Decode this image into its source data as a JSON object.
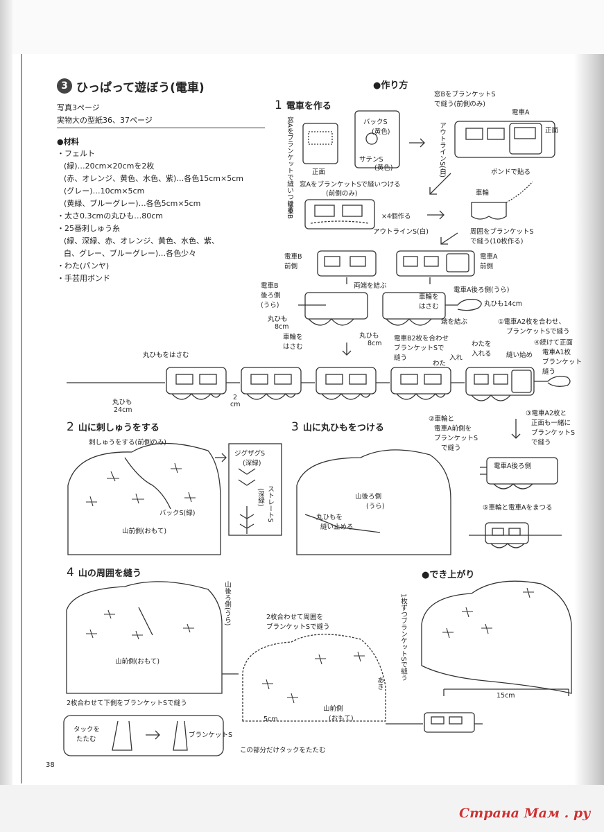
{
  "header": {
    "number": "3",
    "title": "ひっぱって遊ぼう(電車)",
    "photo_ref": "写真3ページ",
    "pattern_ref": "実物大の型紙36、37ページ"
  },
  "materials": {
    "heading": "●材料",
    "lines": [
      "・フェルト",
      "(緑)…20cm×20cmを2枚",
      "(赤、オレンジ、黄色、水色、紫)…各色15cm×5cm",
      "(グレー)…10cm×5cm",
      "(黄緑、ブルーグレー)…各色5cm×5cm",
      "・太さ0.3cmの丸ひも…80cm",
      "・25番刺しゅう糸",
      "(緑、深緑、赤、オレンジ、黄色、水色、紫、",
      "白、グレー、ブルーグレー)…各色少々",
      "・わた(パンヤ)",
      "・手芸用ボンド"
    ]
  },
  "howto": {
    "heading": "●作り方",
    "step1": {
      "num": "1",
      "label": "電車を作る"
    },
    "step2": {
      "num": "2",
      "label": "山に刺しゅうをする"
    },
    "step3": {
      "num": "3",
      "label": "山に丸ひもをつける"
    },
    "step4": {
      "num": "4",
      "label": "山の周囲を縫う"
    },
    "done": "●でき上がり"
  },
  "notes": {
    "n1": "窓BをブランケットS",
    "n2": "で縫う(前側のみ)",
    "n3": "電車A",
    "n4": "正面",
    "n5": "ボンドで貼る",
    "n6": "アウトラインS(白)",
    "n7": "窓Aをブランケットで縫いつける",
    "n8": "正面",
    "n9": "バックS",
    "n10": "(黄色)",
    "n11": "サテンS",
    "n12": "(黄色)",
    "n13": "窓AをブランケットSで縫いつける",
    "n14": "(前側のみ)",
    "n15": "電車B",
    "n16": "×4個作る",
    "n17": "アウトラインS(白)",
    "n18": "車輪",
    "n19": "周囲をブランケットS",
    "n20": "で縫う(10枚作る)",
    "n21": "電車B",
    "n22": "前側",
    "n23": "電車A",
    "n24": "前側",
    "n25": "電車B",
    "n26": "後ろ側",
    "n27": "(うら)",
    "n28": "両端を結ぶ",
    "n29": "電車A後ろ側(うら)",
    "n30": "車輪を",
    "n31": "はさむ",
    "n32": "丸ひも14cm",
    "n33": "丸ひも",
    "n34": "8cm",
    "n35": "車輪を",
    "n36": "はさむ",
    "n37": "丸ひも",
    "n38": "8cm",
    "n39": "端を結ぶ",
    "n40": "①電車A2枚を合わせ、",
    "n41": "ブランケットSで縫う",
    "n42": "電車B2枚を合わせ",
    "n43": "ブランケットSで",
    "n44": "縫う",
    "n45": "わたを",
    "n46": "入れる",
    "n47": "入れ",
    "n48": "わた",
    "n49": "縫い始め",
    "n50": "④続けて正面",
    "n51": "電車A1枚",
    "n52": "ブランケット",
    "n53": "縫う",
    "n54": "丸ひもをはさむ",
    "n55": "丸ひも",
    "n56": "24cm",
    "n57": "2",
    "n58": "cm",
    "n59": "②車輪と",
    "n60": "電車A前側を",
    "n61": "ブランケットS",
    "n62": "で縫う",
    "n63": "③電車A2枚と",
    "n64": "正面も一緒に",
    "n65": "ブランケットS",
    "n66": "で縫う",
    "n67": "刺しゅうをする(前側のみ)",
    "n68": "ジグザグS",
    "n69": "(深緑)",
    "n70": "ストレートS",
    "n71": "(深緑)",
    "n72": "バックS(緑)",
    "n73": "山前側(おもて)",
    "n74": "山後ろ側",
    "n75": "(うら)",
    "n76": "丸ひもを",
    "n77": "縫い止める",
    "n78": "電車A後ろ側",
    "n79": "⑤車輪と電車Aをまつる",
    "n80": "山後ろ側(うら)",
    "n81": "2枚合わせて周囲を",
    "n82": "ブランケットSで縫う",
    "n83": "1枚ずつブランケットSで縫う",
    "n84": "山前側(おもて)",
    "n85": "あき",
    "n86": "山前側",
    "n87": "(おもて)",
    "n88": "2枚合わせて下側をブランケットSで縫う",
    "n89": "タックを",
    "n90": "たたむ",
    "n91": "ブランケットS",
    "n92": "5cm",
    "n93": "この部分だけタックをたたむ",
    "n94": "15cm"
  },
  "page_number": "38",
  "watermark": "Страна Мам . ру"
}
